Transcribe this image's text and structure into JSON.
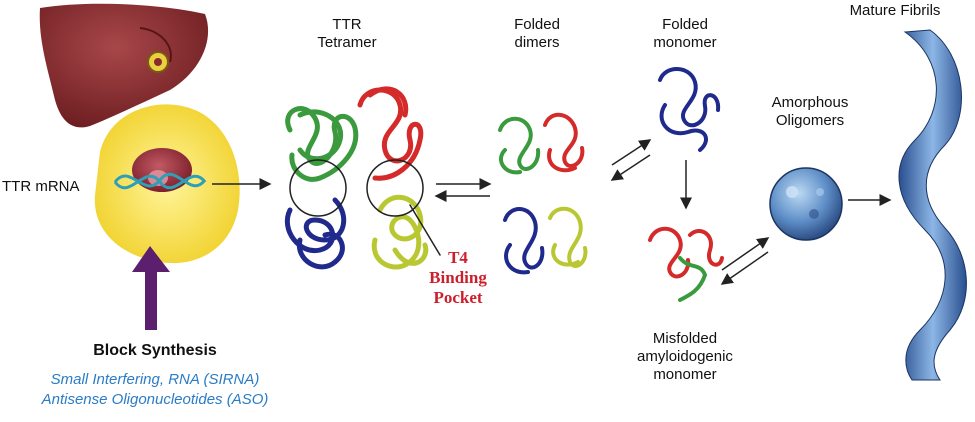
{
  "labels": {
    "ttr_tetramer": [
      "TTR",
      "Tetramer"
    ],
    "folded_dimers": [
      "Folded",
      "dimers"
    ],
    "folded_monomer": [
      "Folded",
      "monomer"
    ],
    "mature_fibrils": "Mature Fibrils",
    "amorphous_oligomers": [
      "Amorphous",
      "Oligomers"
    ],
    "ttr_mrna": "TTR mRNA",
    "t4_binding_pocket": [
      "T4",
      "Binding",
      "Pocket"
    ],
    "misfolded_monomer": [
      "Misfolded",
      "amyloidogenic",
      "monomer"
    ],
    "block_synthesis": "Block Synthesis",
    "therapies": [
      "Small Interfering, RNA (SIRNA)",
      "Antisense Oligonucleotides (ASO)"
    ]
  },
  "colors": {
    "liver": "#8a2a2c",
    "cell": "#f4dc3a",
    "nucleus": "#9a2f3e",
    "mrna": "#2f9fb8",
    "green": "#3a9a3d",
    "red": "#d42a2a",
    "navy": "#1f2a8c",
    "lime": "#b9c832",
    "fibril": "#4a78b8",
    "purple_arrow": "#5c1f6e",
    "accent_text": "#cc1f2c",
    "therapy_text": "#2b7cc7"
  }
}
